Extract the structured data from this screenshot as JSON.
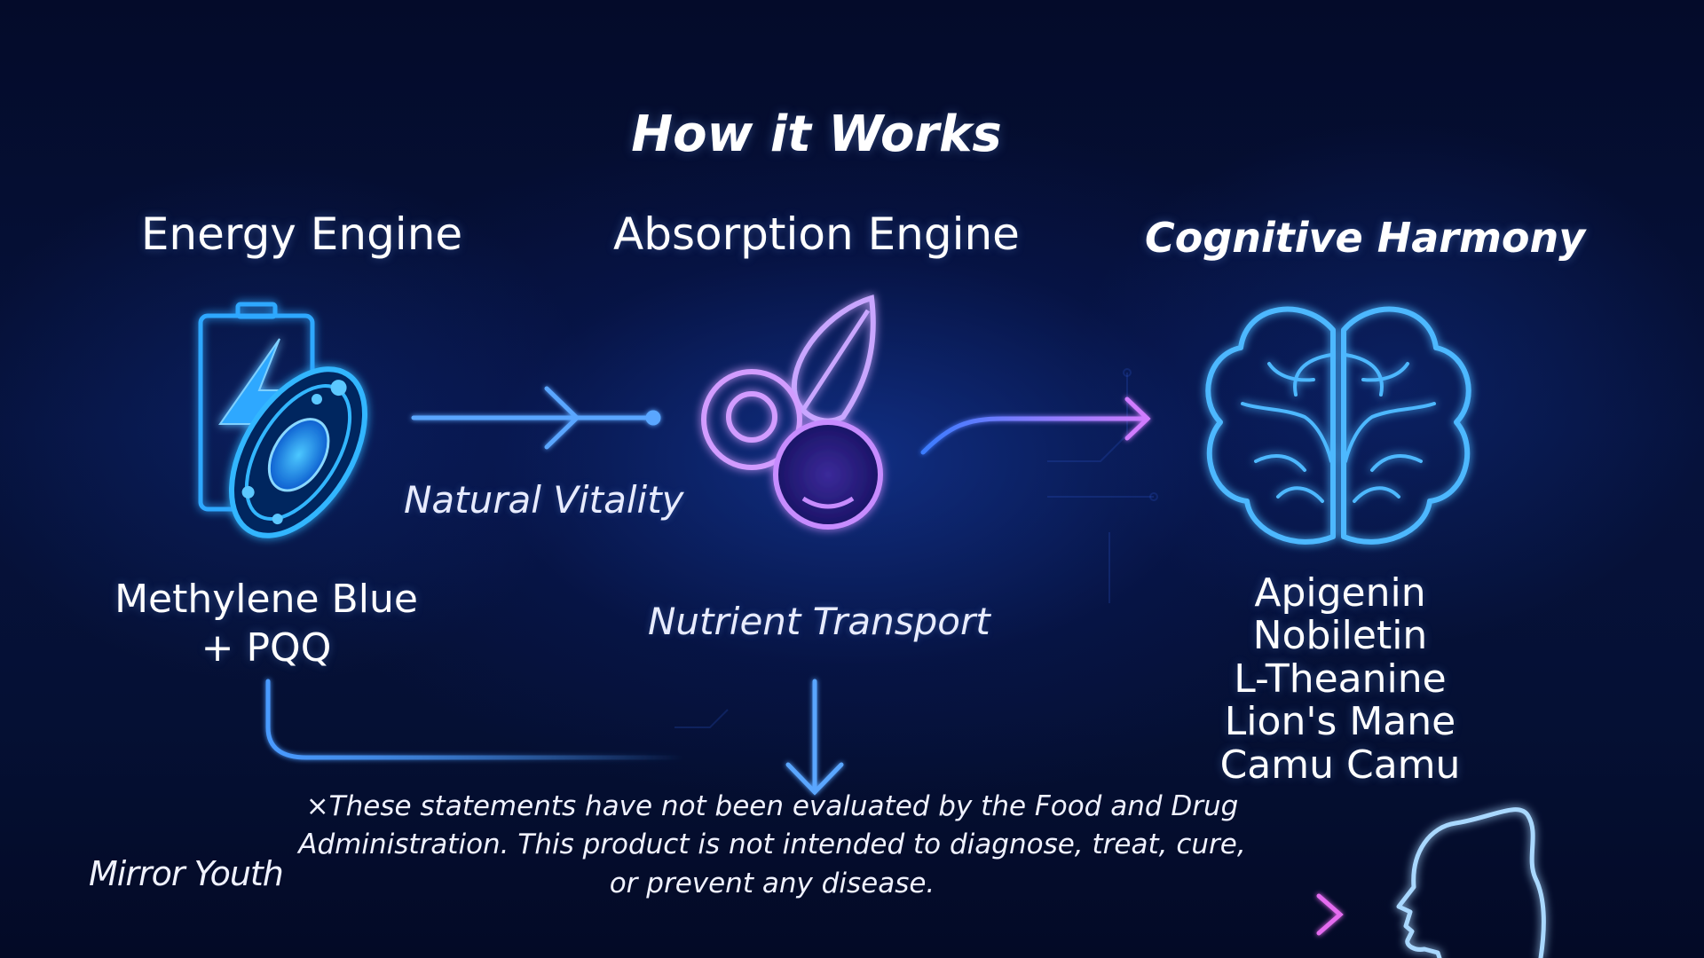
{
  "title": "How it Works",
  "columns": [
    {
      "heading": "Energy Engine",
      "icon": "battery-mitochondria-icon",
      "ingredients": [
        "Methylene Blue",
        "+ PQQ"
      ]
    },
    {
      "heading": "Absorption Engine",
      "icon": "berries-leaf-icon",
      "ingredients": []
    },
    {
      "heading": "Cognitive Harmony",
      "icon": "brain-icon",
      "ingredients": [
        "Apigenin",
        "Nobiletin",
        "L-Theanine",
        "Lion's Mane",
        "Camu Camu"
      ]
    }
  ],
  "flow_labels": {
    "energy_to_absorption": "Natural Vitality",
    "absorption_down": "Nutrient Transport"
  },
  "disclaimer": "×These statements have not been evaluated by the Food and Drug Administration. This product is not intended to diagnose, treat, cure, or prevent any disease.",
  "bottom_label": "Mirror Youth",
  "bottom_icon": "head-profile-icon",
  "colors": {
    "background": "#030a26",
    "neon_blue": "#2ea8ff",
    "neon_purple": "#c78cff",
    "neon_pink": "#e56cf0",
    "text": "#ffffff"
  }
}
